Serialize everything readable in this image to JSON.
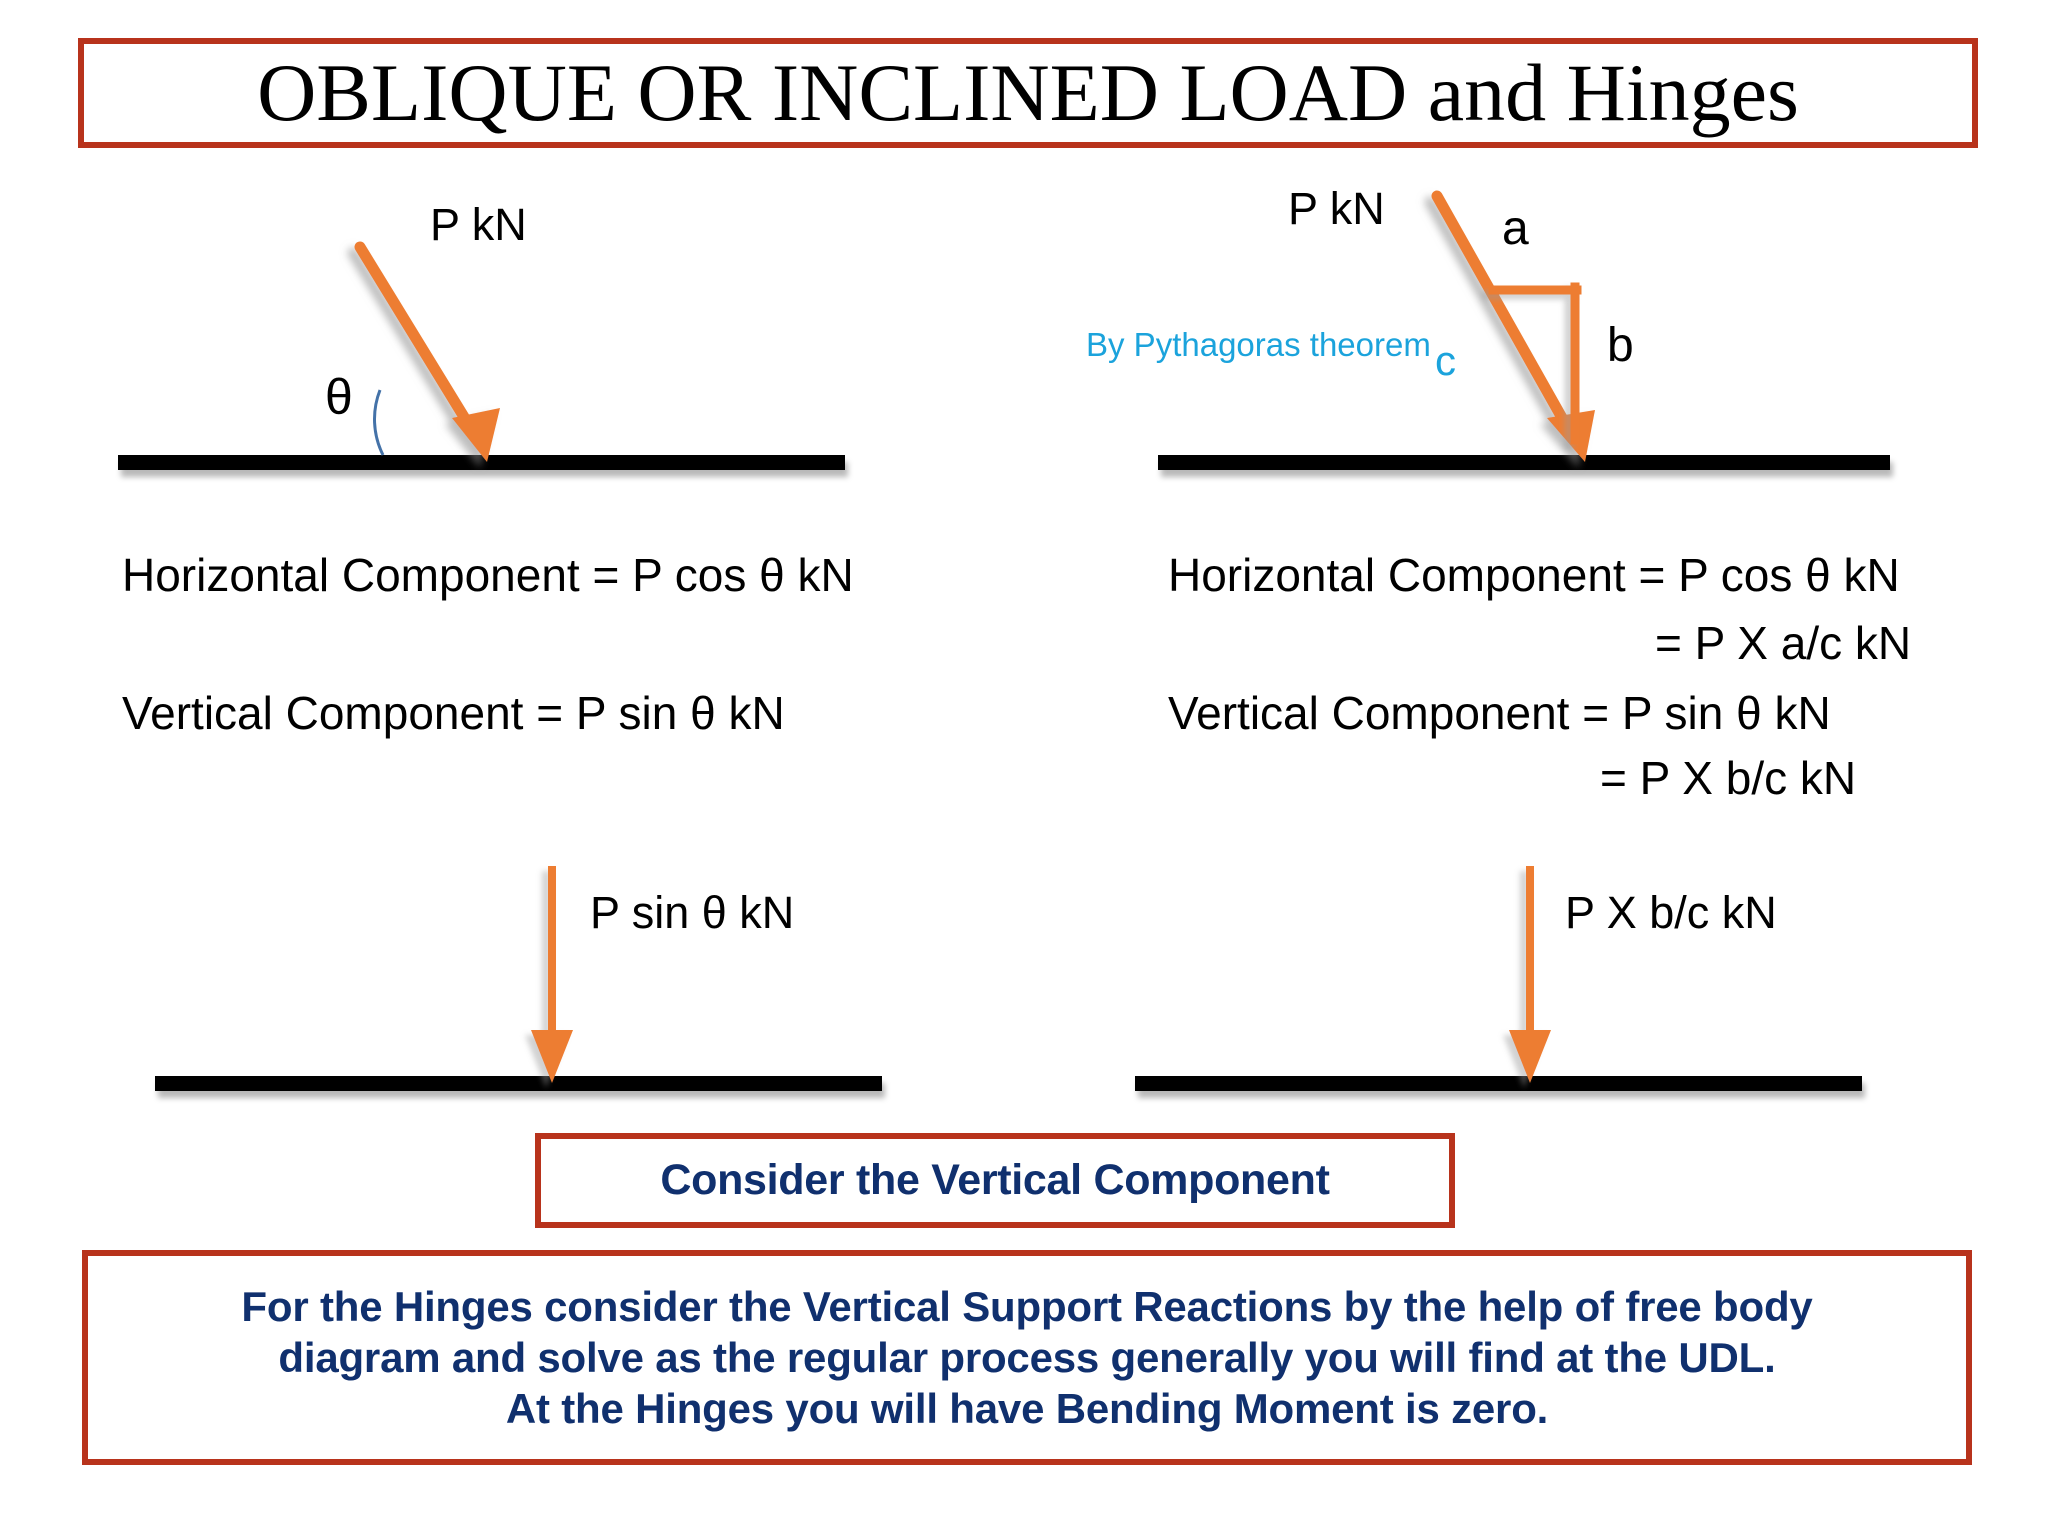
{
  "title": {
    "text": "OBLIQUE OR INCLINED LOAD and Hinges"
  },
  "colors": {
    "box_border_red": "#b8331c",
    "arrow_orange": "#ed7d31",
    "beam_black": "#000000",
    "note_navy": "#10306e",
    "pythagoras_cyan": "#1ba3dc",
    "angle_arc_blue": "#4472a8"
  },
  "left_diagram": {
    "load_label": "P kN",
    "angle_label": "θ",
    "arrow_name": "inclined-load-arrow"
  },
  "right_diagram": {
    "load_label": "P kN",
    "side_a_label": "a",
    "side_b_label": "b",
    "side_c_label": "c",
    "pythagoras_note": "By Pythagoras theorem",
    "arrow_name": "inclined-load-arrow"
  },
  "left_equations": {
    "horizontal": "Horizontal Component = P cos θ kN",
    "vertical": "Vertical Component = P sin θ kN"
  },
  "right_equations": {
    "horizontal": "Horizontal Component = P cos θ kN",
    "horizontal_alt": "= P X a/c kN",
    "vertical": "Vertical Component = P sin θ kN",
    "vertical_alt": "= P X b/c kN"
  },
  "left_resultant": {
    "label": "P sin θ kN"
  },
  "right_resultant": {
    "label": "P X b/c kN"
  },
  "consider_box": {
    "text": "Consider the Vertical Component"
  },
  "hinge_box": {
    "line1": "For the Hinges consider the Vertical Support Reactions by the help of free body",
    "line2": "diagram and solve as the regular process generally you will find at the UDL.",
    "line3": "At the Hinges you will have Bending Moment is zero."
  }
}
